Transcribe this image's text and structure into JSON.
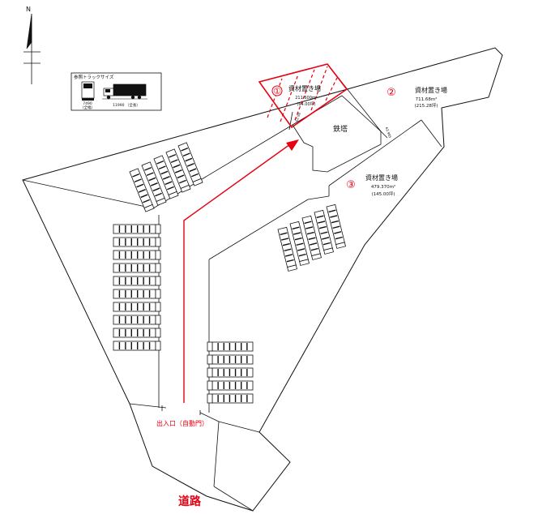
{
  "compass": {
    "north_label": "N"
  },
  "legend": {
    "title": "参照トラックサイズ",
    "width_value": "7490",
    "width_label": "（全幅）",
    "length_value": "11990 （全長）"
  },
  "areas": [
    {
      "number": "①",
      "name": "資材置き場",
      "area_m2": "211.600m²",
      "area_tsubo": "(64.00坪)"
    },
    {
      "number": "②",
      "name": "資材置き場",
      "area_m2": "711.68m²",
      "area_tsubo": "(215.28坪)"
    },
    {
      "number": "③",
      "name": "資材置き場",
      "area_m2": "479.370m²",
      "area_tsubo": "(145.00坪)"
    }
  ],
  "tower": {
    "label": "鉄塔"
  },
  "dimensions": {
    "left": "62.98",
    "right": "62.985"
  },
  "entrance": {
    "label": "出入口（自動門）"
  },
  "road": {
    "label": "道路"
  },
  "colors": {
    "accent": "#e60012",
    "line": "#111111"
  }
}
